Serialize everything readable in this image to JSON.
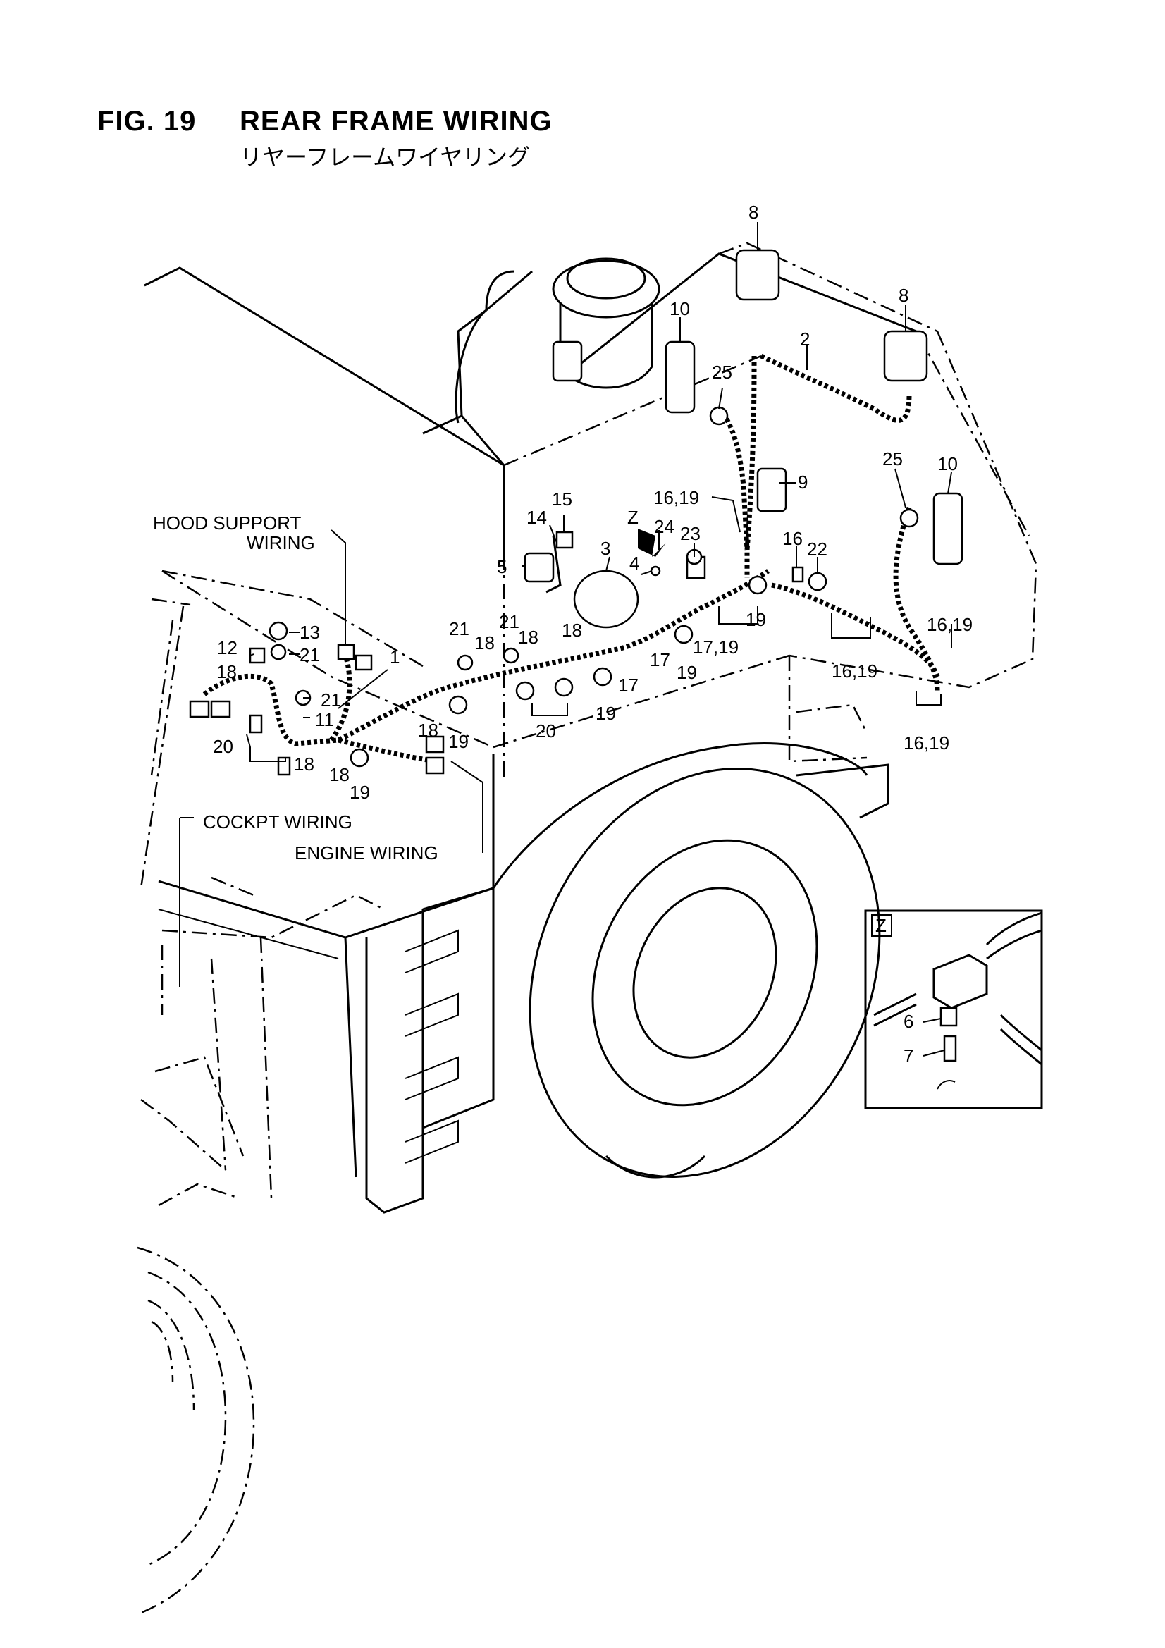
{
  "figure": {
    "number": "FIG. 19",
    "title": "REAR FRAME WIRING",
    "subtitle": "リヤーフレームワイヤリング"
  },
  "wiring_labels": {
    "hood_support_1": "HOOD SUPPORT",
    "hood_support_2": "WIRING",
    "cockpit": "COCKPT WIRING",
    "engine": "ENGINE WIRING"
  },
  "callouts": {
    "c1": "1",
    "c2": "2",
    "c3": "3",
    "c4": "4",
    "c5": "5",
    "c6": "6",
    "c7": "7",
    "c8a": "8",
    "c8b": "8",
    "c9": "9",
    "c10a": "10",
    "c10b": "10",
    "c11": "11",
    "c12": "12",
    "c13": "13",
    "c14": "14",
    "c15": "15",
    "c16": "16",
    "c22": "22",
    "c23": "23",
    "c24": "24",
    "c25a": "25",
    "c25b": "25",
    "c16_19a": "16,19",
    "c16_19b": "16,19",
    "c16_19c": "16,19",
    "c16_19d": "16,19",
    "c17_19": "17,19",
    "c17a": "17",
    "c17b": "17",
    "c18a": "18",
    "c18b": "18",
    "c18c": "18",
    "c18d": "18",
    "c18e": "18",
    "c18f": "18",
    "c18g": "18",
    "c19a": "19",
    "c19b": "19",
    "c19c": "19",
    "c19d": "19",
    "c19e": "19",
    "c20a": "20",
    "c20b": "20",
    "c21a": "21",
    "c21b": "21",
    "c21c": "21",
    "c21d": "21",
    "z_arrow": "Z",
    "z_box": "Z"
  }
}
